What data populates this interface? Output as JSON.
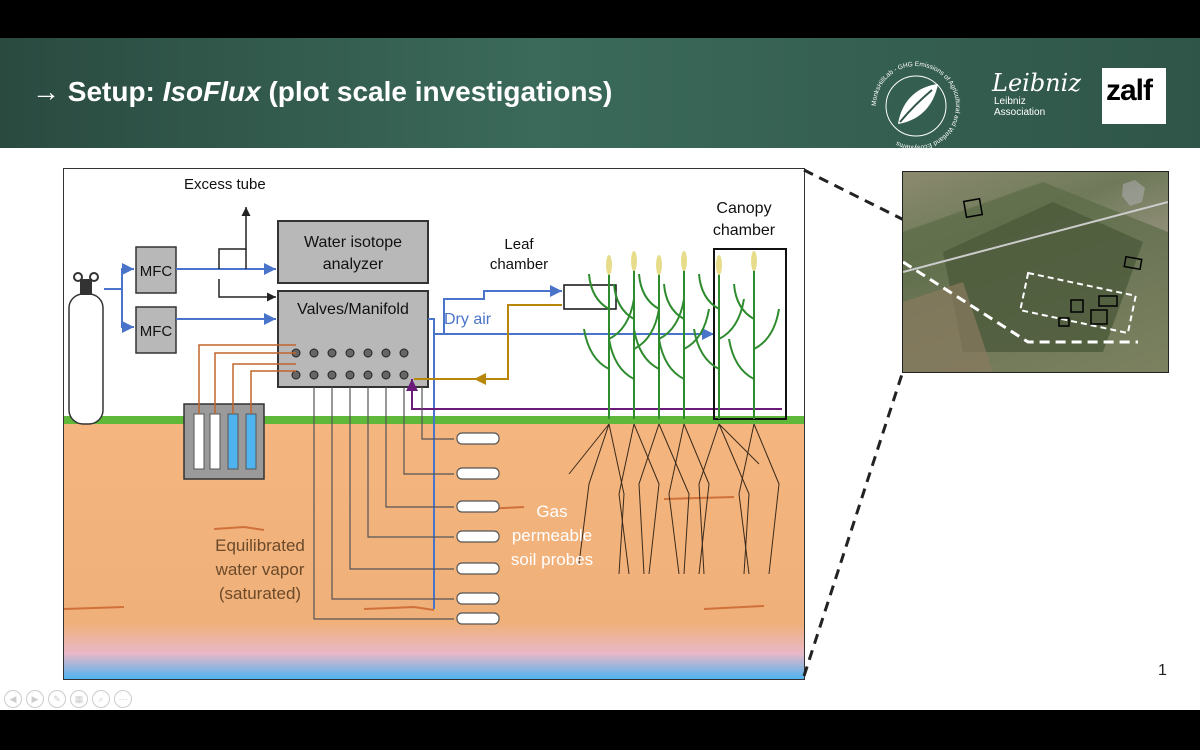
{
  "slide": {
    "title_arrow": "→",
    "title_prefix": "Setup: ",
    "title_italic": "IsoFlux",
    "title_suffix": " (plot scale investigations)",
    "page_number": "1"
  },
  "logos": {
    "ghg_ring_text": "MonksHillLab - GHG Emissions of Agricultural and Wetland Ecosystems",
    "leibniz_script": "Leibniz",
    "leibniz_sub1": "Leibniz",
    "leibniz_sub2": "Association",
    "zalf": "zalf"
  },
  "diagram": {
    "excess_tube": "Excess tube",
    "mfc1": "MFC",
    "mfc2": "MFC",
    "analyzer_line1": "Water isotope",
    "analyzer_line2": "analyzer",
    "valves": "Valves/Manifold",
    "dry_air": "Dry air",
    "leaf_chamber_line1": "Leaf",
    "leaf_chamber_line2": "chamber",
    "canopy_chamber_line1": "Canopy",
    "canopy_chamber_line2": "chamber",
    "gas_line1": "Gas",
    "gas_line2": "permeable",
    "gas_line3": "soil probes",
    "vapor_line1": "Equilibrated",
    "vapor_line2": "water vapor",
    "vapor_line3": "(saturated)"
  },
  "colors": {
    "header": "#2f5548",
    "soil": "#f2b27c",
    "ground": "#5fb83a",
    "water": "#4fb3f0",
    "dry_air_line": "#4a74c9",
    "leaf_return": "#b8860b",
    "canopy_return": "#6a1b7a",
    "box_fill": "#b8b8b8"
  },
  "controls": [
    "prev-icon",
    "next-icon",
    "pen-icon",
    "slides-icon",
    "zoom-icon",
    "more-icon"
  ]
}
